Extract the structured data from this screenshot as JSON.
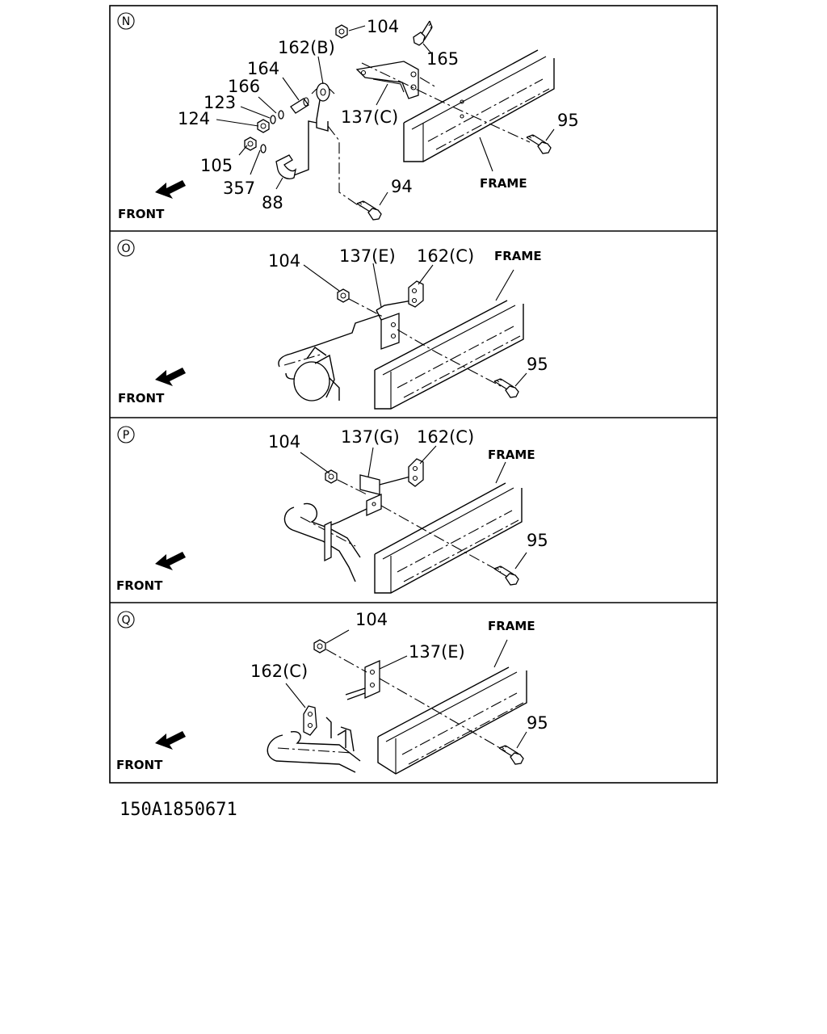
{
  "panels": [
    {
      "id": "N",
      "front_label": "FRONT",
      "frame_label": "FRAME",
      "callouts": {
        "c104": "104",
        "c165": "165",
        "c162": "162(B)",
        "c164": "164",
        "c166": "166",
        "c123": "123",
        "c124": "124",
        "c137": "137(C)",
        "c95": "95",
        "c105": "105",
        "c357": "357",
        "c88": "88",
        "c94": "94"
      }
    },
    {
      "id": "O",
      "front_label": "FRONT",
      "frame_label": "FRAME",
      "callouts": {
        "c104": "104",
        "c137": "137(E)",
        "c162": "162(C)",
        "c95": "95"
      }
    },
    {
      "id": "P",
      "front_label": "FRONT",
      "frame_label": "FRAME",
      "callouts": {
        "c104": "104",
        "c137": "137(G)",
        "c162": "162(C)",
        "c95": "95"
      }
    },
    {
      "id": "Q",
      "front_label": "FRONT",
      "frame_label": "FRAME",
      "callouts": {
        "c104": "104",
        "c137": "137(E)",
        "c162": "162(C)",
        "c95": "95"
      }
    }
  ],
  "drawing_code": "150A1850671"
}
